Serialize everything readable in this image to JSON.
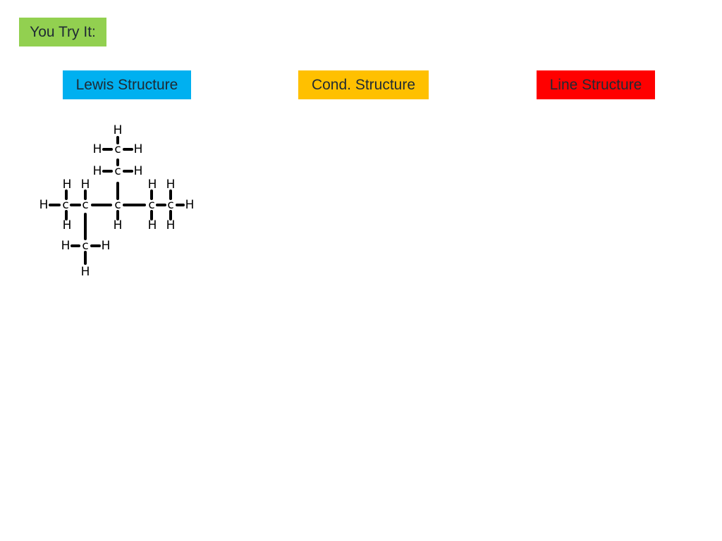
{
  "header": {
    "title": "You Try It:",
    "title_color": "#92d050"
  },
  "structure_tabs": [
    {
      "label": "Lewis Structure",
      "color": "#00b0f0"
    },
    {
      "label": "Cond. Structure",
      "color": "#ffc000"
    },
    {
      "label": "Line Structure",
      "color": "#ff0000"
    }
  ],
  "molecule": {
    "atoms": [
      {
        "id": "c1",
        "element": "C"
      },
      {
        "id": "c2",
        "element": "C"
      },
      {
        "id": "c3",
        "element": "C"
      },
      {
        "id": "c4",
        "element": "C"
      },
      {
        "id": "c5",
        "element": "C"
      },
      {
        "id": "c6",
        "element": "C"
      },
      {
        "id": "c7",
        "element": "C"
      },
      {
        "id": "c8",
        "element": "C"
      }
    ],
    "hydrogen_symbol": "H",
    "carbon_symbol": "C"
  }
}
